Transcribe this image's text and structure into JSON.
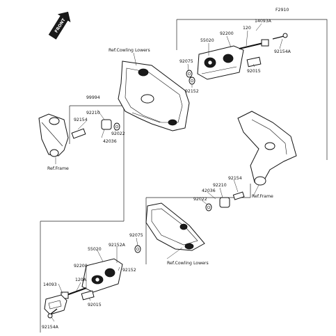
{
  "diagram": {
    "code": "F2910",
    "front_label": "FRONT",
    "upper_labels": {
      "p14093A": "14093A",
      "p120": "120",
      "p92200": "92200",
      "p55020": "55020",
      "p92154A": "92154A",
      "p92015": "92015",
      "p92075": "92075",
      "p92152": "92152",
      "ref_cowling": "Ref.Cowling Lowers",
      "p99994": "99994",
      "p92210": "92210",
      "p92154": "92154",
      "p92022": "92022",
      "p42036": "42036",
      "ref_frame": "Ref.Frame"
    },
    "lower_labels": {
      "p92154": "92154",
      "p92210": "92210",
      "p42036": "42036",
      "p92022": "92022",
      "ref_frame": "Ref.Frame",
      "p92075": "92075",
      "p55020": "55020",
      "p92152A": "92152A",
      "p92200": "92200",
      "p92152": "92152",
      "p14093": "14093",
      "p120A": "120A",
      "p92015": "92015",
      "p92154A": "92154A",
      "ref_cowling": "Ref.Cowling Lowers"
    }
  }
}
